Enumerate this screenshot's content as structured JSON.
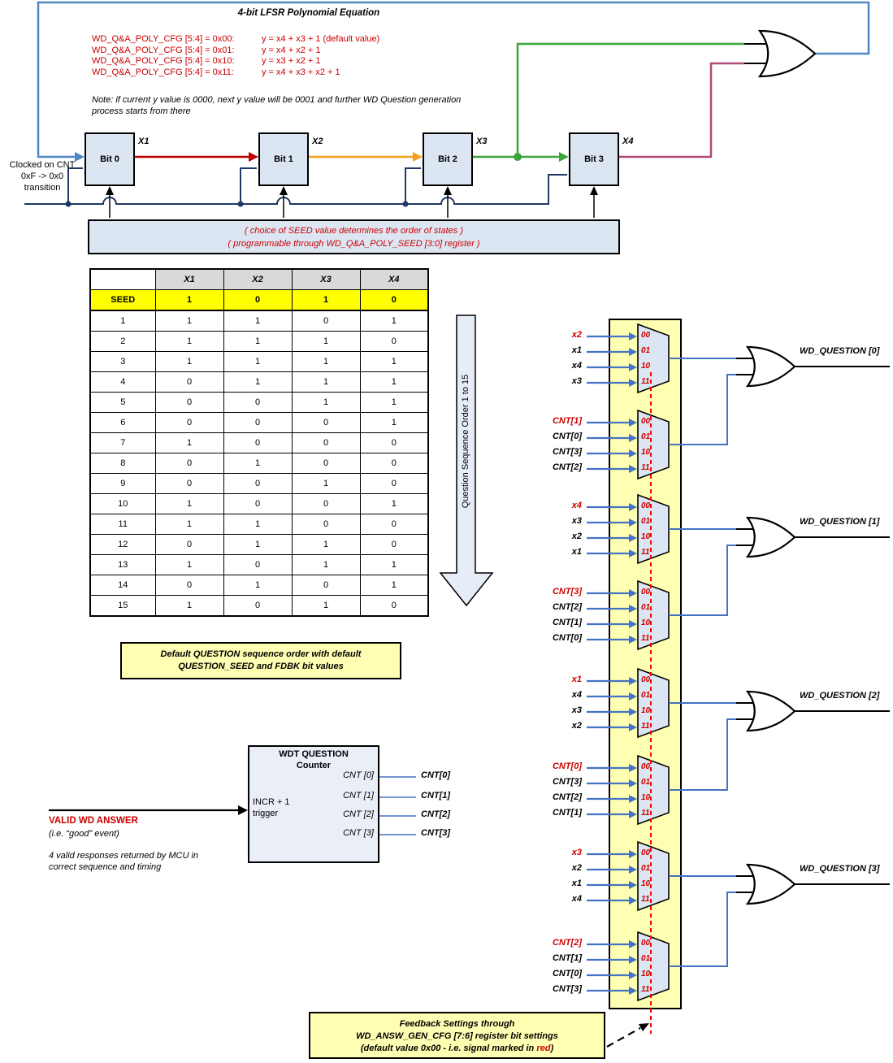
{
  "title": "4-bit LFSR Polynomial Equation",
  "equations": [
    {
      "label": "WD_Q&A_POLY_CFG [5:4] = 0x00:",
      "formula": "y = x4 + x3 + 1 (default value)"
    },
    {
      "label": "WD_Q&A_POLY_CFG [5:4] = 0x01:",
      "formula": "y = x4 + x2 + 1"
    },
    {
      "label": "WD_Q&A_POLY_CFG [5:4] = 0x10:",
      "formula": "y = x3 + x2 + 1"
    },
    {
      "label": "WD_Q&A_POLY_CFG [5:4] = 0x11:",
      "formula": "y = x4 + x3 + x2 + 1"
    }
  ],
  "note": "Note: if current y value is 0000, next y value will be 0001 and further WD Question generation\nprocess starts from there",
  "clock_label": "Clocked on CNT\n0xF -> 0x0\ntransition",
  "bits": [
    {
      "name": "Bit 0",
      "output": "X1"
    },
    {
      "name": "Bit 1",
      "output": "X2"
    },
    {
      "name": "Bit 2",
      "output": "X3"
    },
    {
      "name": "Bit 3",
      "output": "X4"
    }
  ],
  "seed_note": [
    "( choice of SEED value determines the order of states )",
    "( programmable through WD_Q&A_POLY_SEED [3:0] register )"
  ],
  "table": {
    "headers": [
      "",
      "X1",
      "X2",
      "X3",
      "X4"
    ],
    "seed_row": {
      "label": "SEED",
      "values": [
        "1",
        "0",
        "1",
        "0"
      ]
    },
    "rows": [
      {
        "label": "1",
        "values": [
          "1",
          "1",
          "0",
          "1"
        ]
      },
      {
        "label": "2",
        "values": [
          "1",
          "1",
          "1",
          "0"
        ]
      },
      {
        "label": "3",
        "values": [
          "1",
          "1",
          "1",
          "1"
        ]
      },
      {
        "label": "4",
        "values": [
          "0",
          "1",
          "1",
          "1"
        ]
      },
      {
        "label": "5",
        "values": [
          "0",
          "0",
          "1",
          "1"
        ]
      },
      {
        "label": "6",
        "values": [
          "0",
          "0",
          "0",
          "1"
        ]
      },
      {
        "label": "7",
        "values": [
          "1",
          "0",
          "0",
          "0"
        ]
      },
      {
        "label": "8",
        "values": [
          "0",
          "1",
          "0",
          "0"
        ]
      },
      {
        "label": "9",
        "values": [
          "0",
          "0",
          "1",
          "0"
        ]
      },
      {
        "label": "10",
        "values": [
          "1",
          "0",
          "0",
          "1"
        ]
      },
      {
        "label": "11",
        "values": [
          "1",
          "1",
          "0",
          "0"
        ]
      },
      {
        "label": "12",
        "values": [
          "0",
          "1",
          "1",
          "0"
        ]
      },
      {
        "label": "13",
        "values": [
          "1",
          "0",
          "1",
          "1"
        ]
      },
      {
        "label": "14",
        "values": [
          "0",
          "1",
          "0",
          "1"
        ]
      },
      {
        "label": "15",
        "values": [
          "1",
          "0",
          "1",
          "0"
        ]
      }
    ]
  },
  "sequence_arrow_label": "Question Sequence Order 1 to 15",
  "table_note": "Default QUESTION sequence order with default\nQUESTION_SEED and FDBK bit values",
  "counter": {
    "title_line1": "WDT  QUESTION",
    "title_line2": "Counter",
    "trigger_label": "INCR + 1\ntrigger",
    "internal_outputs": [
      "CNT [0]",
      "CNT [1]",
      "CNT [2]",
      "CNT [3]"
    ],
    "external_outputs": [
      "CNT[0]",
      "CNT[1]",
      "CNT[2]",
      "CNT[3]"
    ]
  },
  "valid_answer": {
    "title": "VALID WD ANSWER",
    "subtitle": "(i.e. “good” event)",
    "description": "4 valid responses returned by MCU in\ncorrect sequence and timing"
  },
  "mux_column": {
    "select_labels": [
      "00",
      "01",
      "10",
      "11"
    ],
    "muxes": [
      {
        "inputs": [
          "x2",
          "x1",
          "x4",
          "x3"
        ],
        "default_index": 0
      },
      {
        "inputs": [
          "CNT[1]",
          "CNT[0]",
          "CNT[3]",
          "CNT[2]"
        ],
        "default_index": 0
      },
      {
        "inputs": [
          "x4",
          "x3",
          "x2",
          "x1"
        ],
        "default_index": 0
      },
      {
        "inputs": [
          "CNT[3]",
          "CNT[2]",
          "CNT[1]",
          "CNT[0]"
        ],
        "default_index": 0
      },
      {
        "inputs": [
          "x1",
          "x4",
          "x3",
          "x2"
        ],
        "default_index": 0
      },
      {
        "inputs": [
          "CNT[0]",
          "CNT[3]",
          "CNT[2]",
          "CNT[1]"
        ],
        "default_index": 0
      },
      {
        "inputs": [
          "x3",
          "x2",
          "x1",
          "x4"
        ],
        "default_index": 0
      },
      {
        "inputs": [
          "CNT[2]",
          "CNT[1]",
          "CNT[0]",
          "CNT[3]"
        ],
        "default_index": 0
      }
    ],
    "outputs": [
      "WD_QUESTION [0]",
      "WD_QUESTION [1]",
      "WD_QUESTION [2]",
      "WD_QUESTION [3]"
    ]
  },
  "feedback_note": {
    "line1": "Feedback Settings through",
    "line2": "WD_ANSW_GEN_CFG [7:6] register bit settings",
    "line3_prefix": "(default value 0x00 - i.e. signal marked in ",
    "line3_red": "red",
    "line3_suffix": ")"
  },
  "colors": {
    "x1_red": "#c00000",
    "x2_orange": "#f5a01e",
    "x3_green": "#3aa63a",
    "x4_purple": "#b04878",
    "feedback_blue": "#4f86c6",
    "clock_navy": "#1f3864",
    "mux_arrow_blue": "#4472c4",
    "red_text": "#cc0000",
    "note_yellow": "#ffffb3",
    "box_fill_blue": "#dce6f2",
    "seed_row_yellow": "#ffff00",
    "header_gray": "#d9d9d9",
    "select_dashed_red": "#ff0000"
  }
}
